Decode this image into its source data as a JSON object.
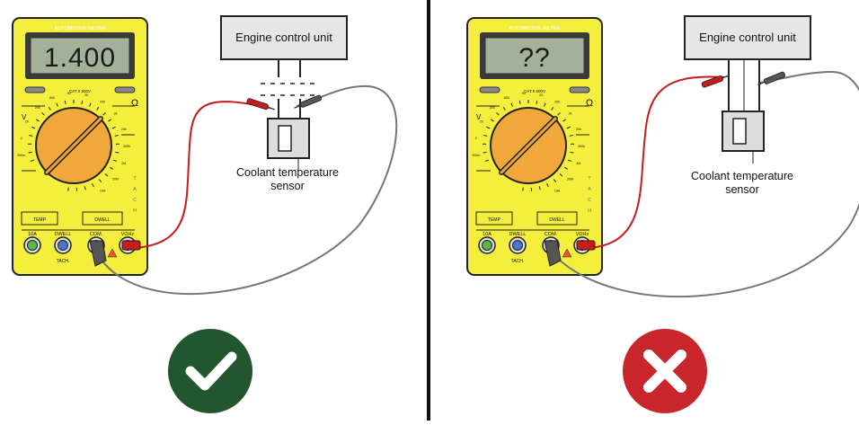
{
  "panels": [
    {
      "meter": {
        "brand": "AUTOMOTIVE METER",
        "display": "1.400",
        "category": "CAT II 600V",
        "ports": [
          "10A",
          "DWELL",
          "COM.",
          "VΩHz"
        ],
        "tach": "TACH.",
        "temp": "TEMP",
        "dwell": "DWELL",
        "ohm": "Ω",
        "tach_vertical": [
          "T",
          "A",
          "C",
          "H"
        ],
        "dial_marks": [
          "V",
          "200m",
          "2",
          "20",
          "200",
          "600",
          "Hz",
          "20",
          "200",
          "2k",
          "20k",
          "200k",
          "2M",
          "20M",
          "10A"
        ]
      },
      "ecu_label": "Engine control unit",
      "sensor_label": [
        "Coolant temperature",
        "sensor"
      ],
      "result": "correct",
      "result_icon": "check-icon",
      "colors": {
        "result": "#21562f"
      }
    },
    {
      "meter": {
        "brand": "AUTOMOTIVE METER",
        "display": "??",
        "category": "CAT II 600V",
        "ports": [
          "10A",
          "DWELL",
          "COM.",
          "VΩHz"
        ],
        "tach": "TACH.",
        "temp": "TEMP",
        "dwell": "DWELL",
        "ohm": "Ω",
        "tach_vertical": [
          "T",
          "A",
          "C",
          "H"
        ],
        "dial_marks": [
          "V",
          "200m",
          "2",
          "20",
          "200",
          "600",
          "Hz",
          "20",
          "200",
          "2k",
          "20k",
          "200k",
          "2M",
          "20M",
          "10A"
        ]
      },
      "ecu_label": "Engine control unit",
      "sensor_label": [
        "Coolant temperature",
        "sensor"
      ],
      "result": "incorrect",
      "result_icon": "cross-icon",
      "colors": {
        "result": "#c8262a"
      }
    }
  ],
  "colors": {
    "meter_body": "#f4ee3d",
    "meter_outline": "#222222",
    "lcd": "#a3b19a",
    "dial": "#f0a83a",
    "red_lead": "#c81b1b",
    "black_lead": "#777777",
    "port_green": "#5ab84a",
    "port_blue": "#4a78c8",
    "port_red": "#c8302a"
  }
}
